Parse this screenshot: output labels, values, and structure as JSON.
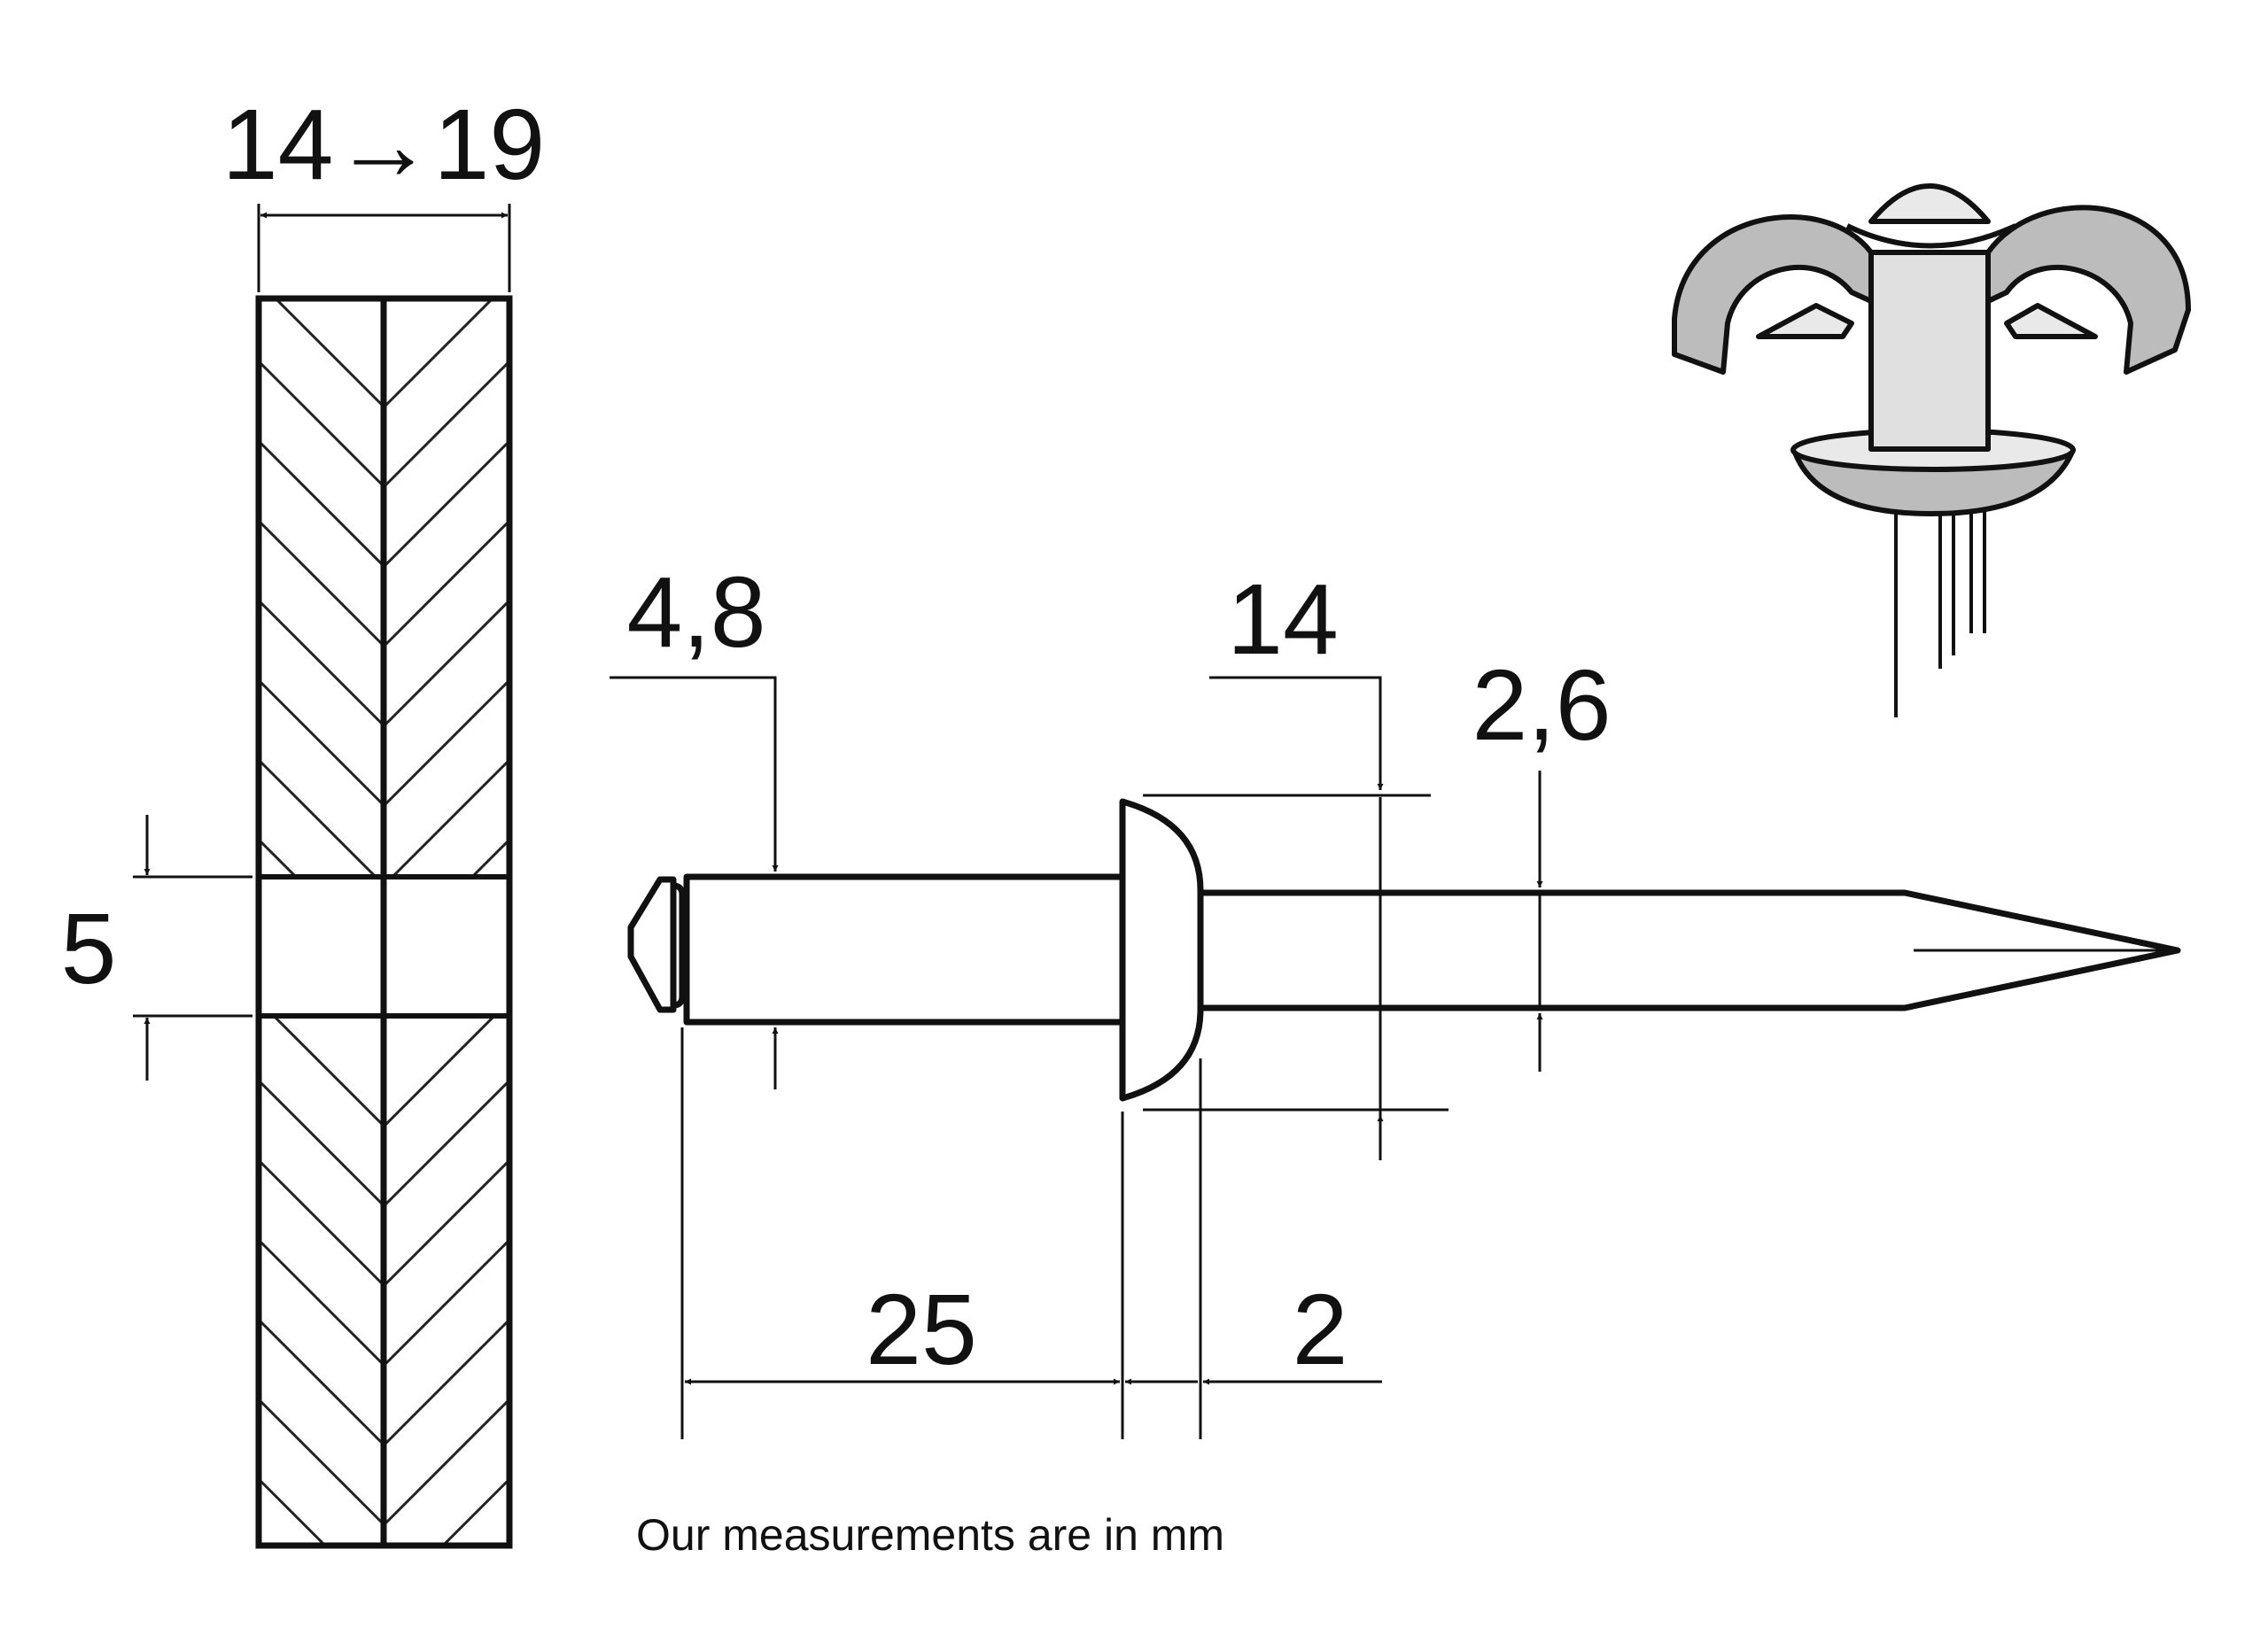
{
  "dimensions": {
    "panel_thickness": "14→19",
    "hole_diameter": "5",
    "body_diameter": "4,8",
    "head_diameter": "14",
    "mandrel_diameter": "2,6",
    "body_length": "25",
    "head_height": "2"
  },
  "note": "Our measurements are in mm",
  "colors": {
    "line": "#111111",
    "background": "#ffffff",
    "rivet_fill": "#bcbcbc",
    "rivet_shadow": "#8a8a8a"
  }
}
